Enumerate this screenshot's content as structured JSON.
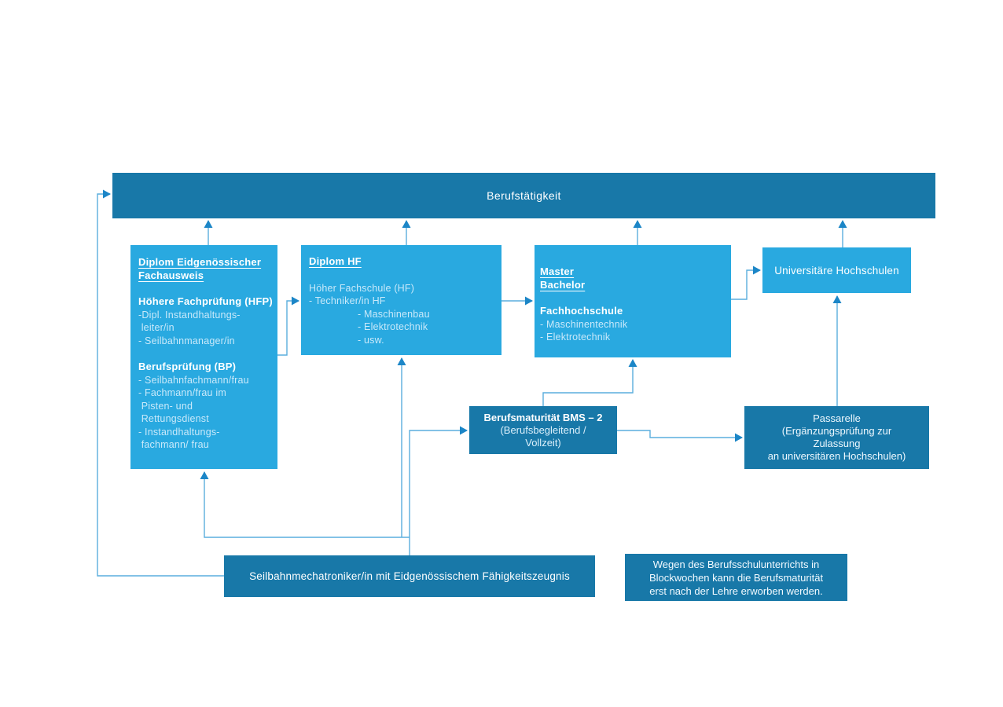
{
  "colors": {
    "dark_box": "#1878a8",
    "light_box": "#29a9e0",
    "connector_line": "#5aaedd",
    "arrowhead": "#1c86c7",
    "text_primary": "#ffffff",
    "text_secondary": "#c9e9fa"
  },
  "nodes": {
    "bar": {
      "label": "Berufstätigkeit"
    },
    "fachausweis": {
      "title": "Diplom Eidgenössischer Fachausweis",
      "heading1": "Höhere Fachprüfung (HFP)",
      "items1": [
        "-Dipl. Instandhaltungs-",
        " leiter/in",
        "- Seilbahnmanager/in"
      ],
      "heading2": "Berufsprüfung (BP)",
      "items2": [
        "- Seilbahnfachmann/frau",
        "- Fachmann/frau im",
        " Pisten- und",
        " Rettungsdienst",
        "- Instandhaltungs-",
        " fachmann/ frau"
      ]
    },
    "diplom_hf": {
      "title": "Diplom HF",
      "line1": "Höher Fachschule (HF)",
      "line2": "- Techniker/in HF",
      "subitems": [
        "- Maschinenbau",
        "- Elektrotechnik",
        "- usw."
      ]
    },
    "master": {
      "title1": "Master",
      "title2": "Bachelor",
      "heading": "Fachhochschule",
      "items": [
        "- Maschinentechnik",
        "- Elektrotechnik"
      ]
    },
    "uh": {
      "label": "Universitäre Hochschulen"
    },
    "bms": {
      "lines": [
        "Berufsmaturität BMS – 2",
        "(Berufsbegleitend /",
        "Vollzeit)"
      ]
    },
    "passarelle": {
      "lines": [
        "Passarelle",
        "(Ergänzungsprüfung zur",
        "Zulassung",
        "an universitären Hochschulen)"
      ]
    },
    "seilbahn": {
      "label": "Seilbahnmechatroniker/in mit Eidgenössischem Fähigkeitszeugnis"
    },
    "note": {
      "lines": [
        "Wegen des Berufsschulunterrichts in",
        "Blockwochen kann die Berufsmaturität",
        "erst nach der Lehre erworben werden."
      ]
    }
  }
}
